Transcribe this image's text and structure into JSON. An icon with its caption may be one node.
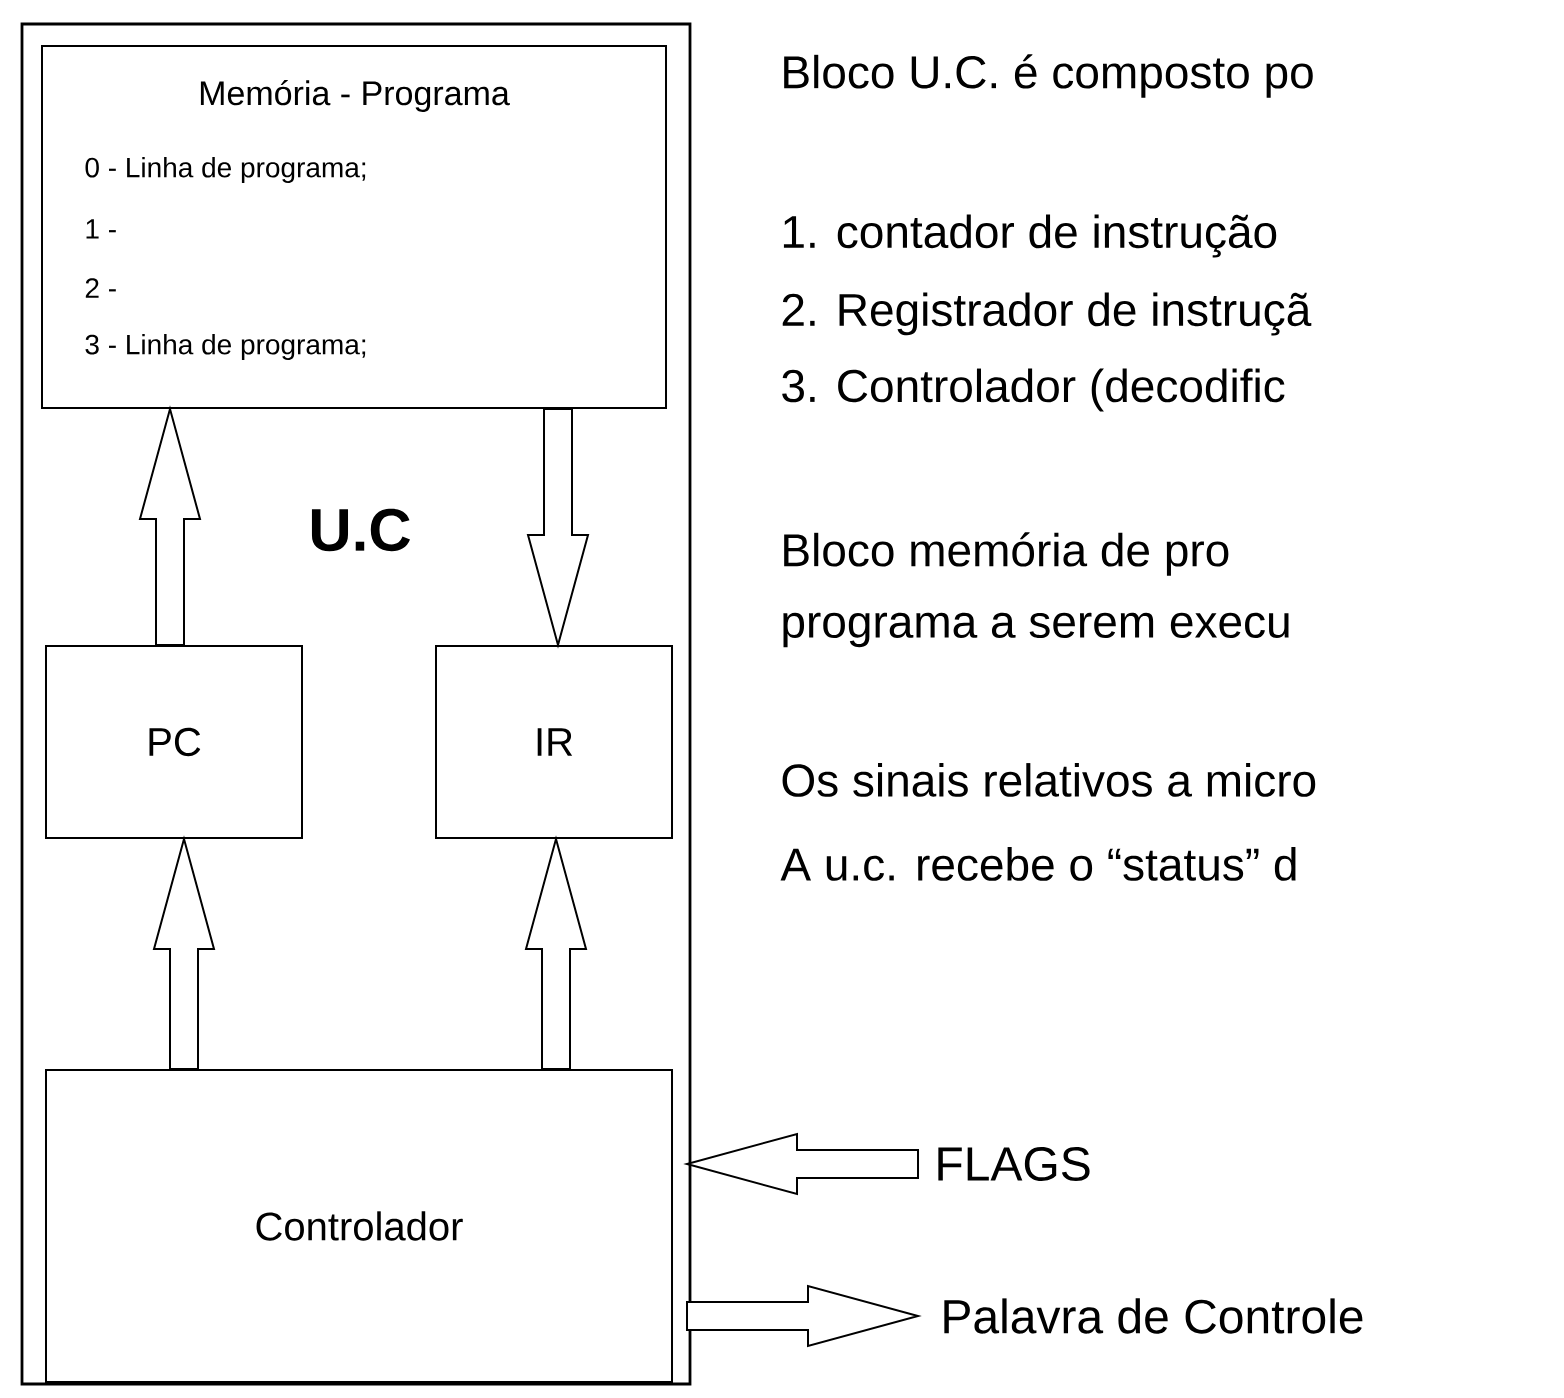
{
  "diagram": {
    "nodes": [
      {
        "text": [
          "U.C"
        ]
      },
      {
        "text": [
          "Memória - Programa",
          "0 - Linha de programa;",
          "1 -",
          "2 -",
          "3 - Linha de programa;"
        ],
        "in": 0
      },
      {
        "text": [
          "PC"
        ],
        "in": 0
      },
      {
        "text": [
          "IR"
        ],
        "in": 0
      },
      {
        "text": [
          "Controlador"
        ],
        "in": 0
      },
      {
        "text": [
          "FLAGS"
        ]
      },
      {
        "text": [
          "Palavra de Controle"
        ]
      }
    ],
    "edges": [
      {
        "from": 2,
        "to": 1,
        "arrow": "to"
      },
      {
        "from": 1,
        "to": 3,
        "arrow": "to"
      },
      {
        "from": 4,
        "to": 2,
        "arrow": "to"
      },
      {
        "from": 4,
        "to": 3,
        "arrow": "to"
      },
      {
        "from": 5,
        "to": 4,
        "arrow": "to"
      },
      {
        "from": 4,
        "to": 6,
        "arrow": "to"
      }
    ],
    "labels": [
      "Bloco U.C. é composto po",
      "1. contador de instrução",
      "2. Registrador de instruçã",
      "3. Controlador (decodific",
      "Bloco memória de pro",
      "programa a serem execu",
      "Os sinais relativos a micro",
      "A u.c. recebe o “status” d"
    ]
  }
}
